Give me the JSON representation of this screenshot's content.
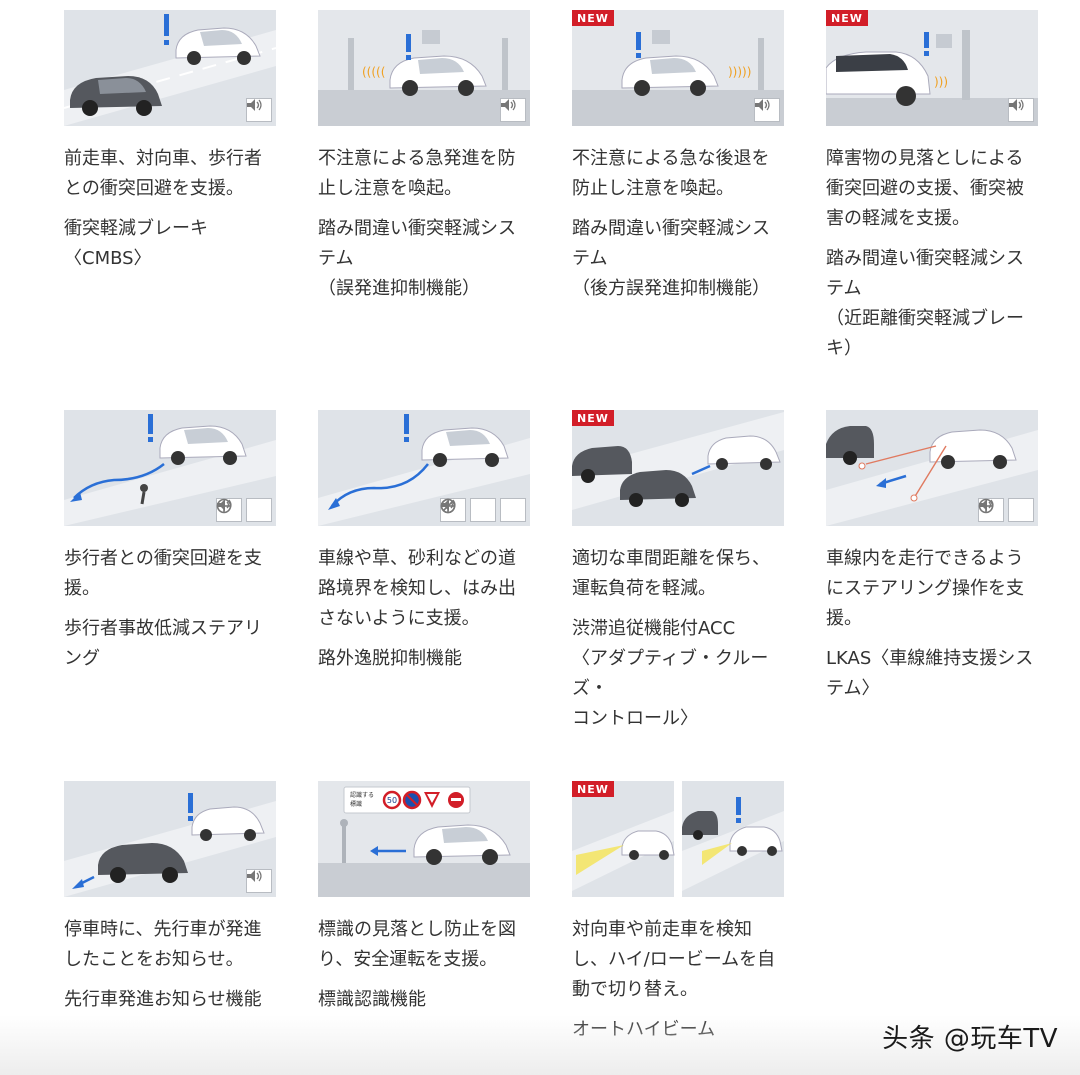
{
  "badge_label": "NEW",
  "watermark": "头条 @玩车TV",
  "colors": {
    "accent_blue": "#2a6fd6",
    "badge_red": "#d21e28",
    "text": "#333333"
  },
  "features": [
    {
      "desc": "前走車、対向車、歩行者との衝突回避を支援。",
      "name": "衝突軽減ブレーキ\n〈CMBS〉",
      "is_new": false,
      "icons": [
        "speaker-icon"
      ]
    },
    {
      "desc": "不注意による急発進を防止し注意を喚起。",
      "name": "踏み間違い衝突軽減システム\n（誤発進抑制機能）",
      "is_new": false,
      "icons": [
        "speaker-icon"
      ]
    },
    {
      "desc": "不注意による急な後退を防止し注意を喚起。",
      "name": "踏み間違い衝突軽減システム\n（後方誤発進抑制機能）",
      "is_new": true,
      "icons": [
        "speaker-icon"
      ]
    },
    {
      "desc": "障害物の見落としによる衝突回避の支援、衝突被害の軽減を支援。",
      "name": "踏み間違い衝突軽減システム\n（近距離衝突軽減ブレーキ）",
      "is_new": true,
      "icons": [
        "speaker-icon"
      ]
    },
    {
      "desc": "歩行者との衝突回避を支援。",
      "name": "歩行者事故低減ステアリング",
      "is_new": false,
      "icons": [
        "speaker-icon",
        "steering-icon"
      ]
    },
    {
      "desc": "車線や草、砂利などの道路境界を検知し、はみ出さないように支援。",
      "name": "路外逸脱抑制機能",
      "is_new": false,
      "icons": [
        "speaker-icon",
        "steering-icon",
        "steering-icon"
      ]
    },
    {
      "desc": "適切な車間距離を保ち、運転負荷を軽減。",
      "name": "渋滞追従機能付ACC\n〈アダプティブ・クルーズ・\nコントロール〉",
      "is_new": true,
      "icons": []
    },
    {
      "desc": "車線内を走行できるようにステアリング操作を支援。",
      "name": "LKAS〈車線維持支援システム〉",
      "is_new": false,
      "icons": [
        "speaker-icon",
        "steering-icon"
      ]
    },
    {
      "desc": "停車時に、先行車が発進したことをお知らせ。",
      "name": "先行車発進お知らせ機能",
      "is_new": false,
      "icons": [
        "speaker-icon"
      ]
    },
    {
      "desc": "標識の見落とし防止を図り、安全運転を支援。",
      "name": "標識認識機能",
      "is_new": false,
      "icons": [],
      "sign_label": "認識する\n標識",
      "sign_speed": "50"
    },
    {
      "desc": "対向車や前走車を検知し、ハイ/ロービームを自動で切り替え。",
      "name": "オートハイビーム",
      "is_new": true,
      "icons": []
    }
  ]
}
